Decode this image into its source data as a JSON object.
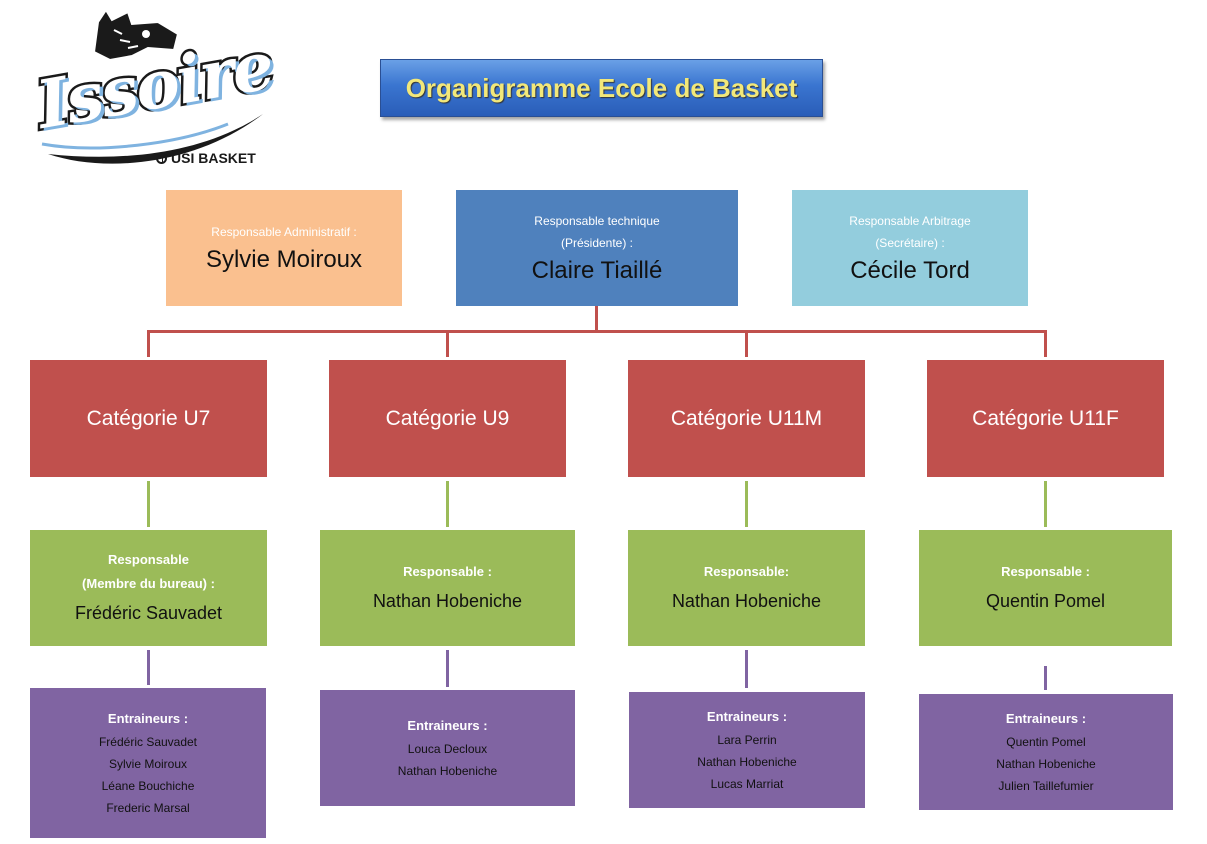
{
  "logo": {
    "text": "Issoire",
    "subtext": "USI BASKET"
  },
  "title": "Organigramme Ecole de Basket",
  "top": [
    {
      "sub1": "Responsable Administratif  :",
      "sub2": "",
      "name": "Sylvie Moiroux"
    },
    {
      "sub1": "Responsable technique",
      "sub2": "(Présidente) :",
      "name": "Claire Tiaillé"
    },
    {
      "sub1": "Responsable Arbitrage",
      "sub2": "(Secrétaire) :",
      "name": "Cécile Tord"
    }
  ],
  "categories": [
    {
      "label": "Catégorie U7",
      "resp": {
        "sub1": "Responsable",
        "sub2": "(Membre du bureau) :",
        "name": "Frédéric Sauvadet"
      },
      "coaches": {
        "head": "Entraineurs :",
        "names": [
          "Frédéric Sauvadet",
          "Sylvie Moiroux",
          "Léane Bouchiche",
          "Frederic Marsal"
        ]
      }
    },
    {
      "label": "Catégorie U9",
      "resp": {
        "sub1": "Responsable :",
        "sub2": "",
        "name": "Nathan Hobeniche"
      },
      "coaches": {
        "head": "Entraineurs :",
        "names": [
          "Louca Decloux",
          "Nathan Hobeniche"
        ]
      }
    },
    {
      "label": "Catégorie U11M",
      "resp": {
        "sub1": "Responsable:",
        "sub2": "",
        "name": "Nathan Hobeniche"
      },
      "coaches": {
        "head": "Entraineurs :",
        "names": [
          "Lara Perrin",
          "Nathan Hobeniche",
          "Lucas Marriat"
        ]
      }
    },
    {
      "label": "Catégorie U11F",
      "resp": {
        "sub1": "Responsable :",
        "sub2": "",
        "name": "Quentin Pomel"
      },
      "coaches": {
        "head": "Entraineurs :",
        "names": [
          "Quentin Pomel",
          "Nathan Hobeniche",
          "Julien Taillefumier"
        ]
      }
    }
  ],
  "colors": {
    "orange": "#fac08f",
    "blue": "#4f81bd",
    "lightblue": "#93cddd",
    "red": "#c0504d",
    "green": "#9bbb59",
    "purple": "#8064a2",
    "line_red": "#c0504d",
    "line_green": "#9bbb59",
    "line_purple": "#8064a2"
  }
}
